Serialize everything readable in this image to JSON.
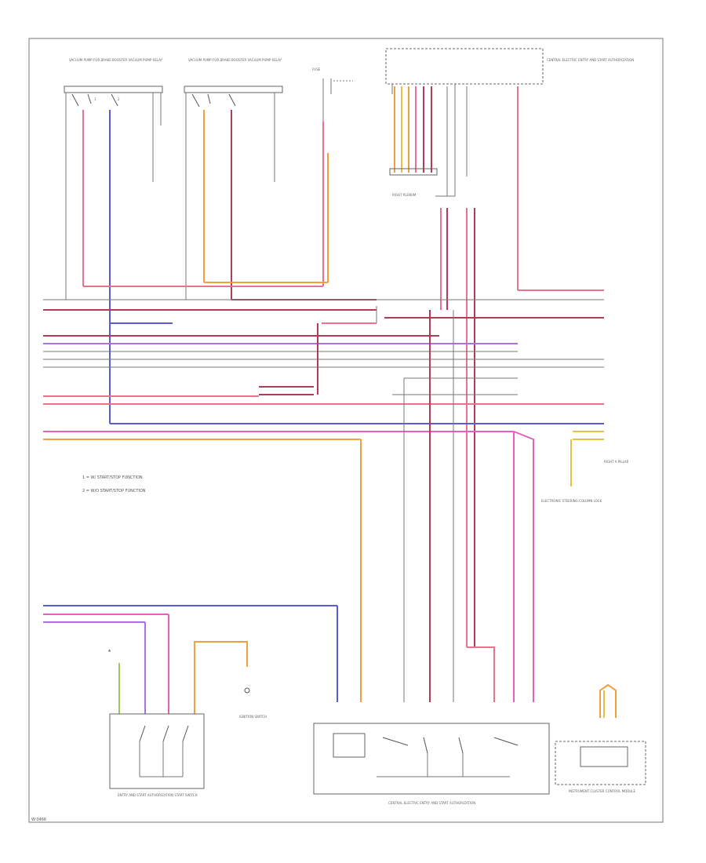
{
  "footer_code": "W:0466",
  "colors": {
    "red": "#e8738a",
    "darkred": "#b23c55",
    "pink": "#e85fc0",
    "blue": "#5b5bd6",
    "violet": "#b070e0",
    "orange": "#f0a040",
    "yellow": "#e6c24a",
    "gray": "#b8b8b8",
    "green": "#9ccc5a"
  },
  "components": {
    "vacuum_pump_1": "VACUUM PUMP FOR BRAKE BOOSTER VACUUM PUMP RELAY",
    "vacuum_pump_2": "VACUUM PUMP FOR BRAKE BOOSTER VACUUM PUMP RELAY",
    "fuse": "FUSE",
    "right_plenum": "RIGHT PLENUM",
    "central_electric": "CENTRAL ELECTRIC ENTRY AND START AUTHORIZATION",
    "start_switch": "ENTRY AND START AUTHORIZATION START SWITCH",
    "ignition_switch": "IGNITION SWITCH",
    "instrument_cluster": "INSTRUMENT CLUSTER CONTROL MODULE",
    "steering_lock": "ELECTRONIC STEERING COLUMN LOCK",
    "right_a_pillar": "RIGHT A PILLAR"
  },
  "notes": [
    "1 = W/ START/STOP FUNCTION",
    "2 = W/O START/STOP FUNCTION"
  ]
}
